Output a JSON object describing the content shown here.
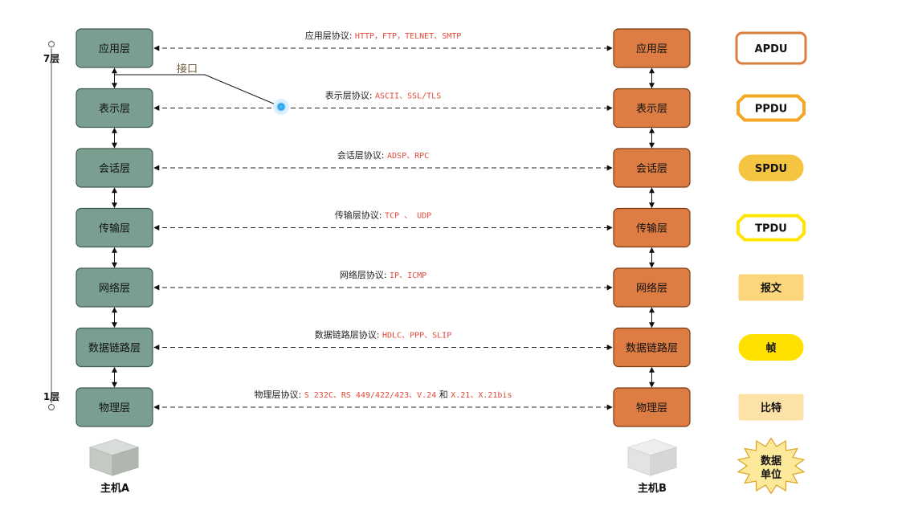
{
  "scale": {
    "top_label": "7层",
    "bottom_label": "1层"
  },
  "interface_label": "接口",
  "hosts": {
    "a": "主机A",
    "b": "主机B"
  },
  "layers": [
    {
      "name": "应用层",
      "proto_prefix": "应用层协议:",
      "proto_parts": [
        {
          "t": "HTTP，FTP，TELNET、SMTP",
          "code": true
        }
      ]
    },
    {
      "name": "表示层",
      "proto_prefix": "表示层协议:",
      "proto_parts": [
        {
          "t": "ASCII、SSL/TLS",
          "code": true
        }
      ]
    },
    {
      "name": "会话层",
      "proto_prefix": "会话层协议:",
      "proto_parts": [
        {
          "t": "ADSP、RPC",
          "code": true
        }
      ]
    },
    {
      "name": "传输层",
      "proto_prefix": "传输层协议:",
      "proto_parts": [
        {
          "t": "TCP 、 UDP",
          "code": true
        }
      ]
    },
    {
      "name": "网络层",
      "proto_prefix": "网络层协议:",
      "proto_parts": [
        {
          "t": "IP、ICMP",
          "code": true
        }
      ]
    },
    {
      "name": "数据链路层",
      "proto_prefix": "数据链路层协议:",
      "proto_parts": [
        {
          "t": "HDLC、PPP、SLIP",
          "code": true
        }
      ]
    },
    {
      "name": "物理层",
      "proto_prefix": "物理层协议:",
      "proto_parts": [
        {
          "t": "S 232C、RS 449/422/423、V.24",
          "code": true
        },
        {
          "t": " 和 ",
          "code": false
        },
        {
          "t": "X.21、X.21bis",
          "code": true
        }
      ]
    }
  ],
  "pdus": [
    {
      "label": "APDU",
      "shape": "rounded-outline",
      "fill": "#ffffff",
      "stroke": "#d9803f"
    },
    {
      "label": "PPDU",
      "shape": "octagon-outline",
      "fill": "#ffffff",
      "stroke": "#f5a623"
    },
    {
      "label": "SPDU",
      "shape": "pill",
      "fill": "#f5c542",
      "stroke": "#f5c542"
    },
    {
      "label": "TPDU",
      "shape": "octagon-outline",
      "fill": "#ffffff",
      "stroke": "#ffe600"
    },
    {
      "label": "报文",
      "shape": "rect",
      "fill": "#fcd67a",
      "stroke": "#fcd67a"
    },
    {
      "label": "帧",
      "shape": "pill",
      "fill": "#ffe100",
      "stroke": "#ffe100"
    },
    {
      "label": "比特",
      "shape": "rect",
      "fill": "#fde2a8",
      "stroke": "#fde2a8"
    }
  ],
  "burst": {
    "line1": "数据",
    "line2": "单位",
    "fill": "#fde99a",
    "stroke": "#e0a020"
  },
  "colors": {
    "left_fill": "#7a9f91",
    "left_stroke": "#3d5a4e",
    "right_fill": "#dd7d43",
    "right_stroke": "#7a3b12"
  }
}
